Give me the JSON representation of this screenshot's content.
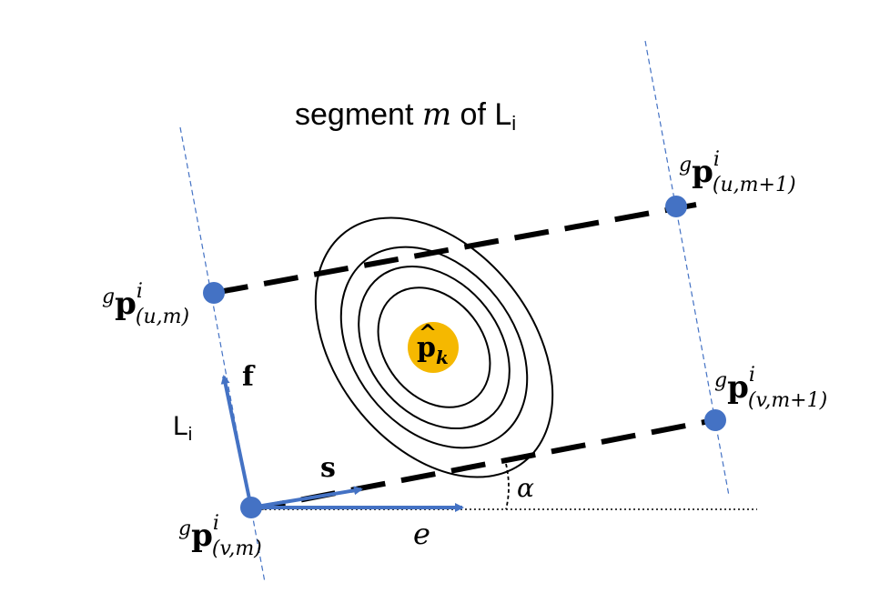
{
  "title": {
    "prefix": "segment ",
    "m": "m",
    "of": " of ",
    "L": "L",
    "L_sub": "i"
  },
  "points": {
    "p_u_m": {
      "pre": "g",
      "base": "p",
      "sup": "i",
      "sub": "(u,m)"
    },
    "p_u_m1": {
      "pre": "g",
      "base": "p",
      "sup": "i",
      "sub": "(u,m+1)"
    },
    "p_v_m": {
      "pre": "g",
      "base": "p",
      "sup": "i",
      "sub": "(v,m)"
    },
    "p_v_m1": {
      "pre": "g",
      "base": "p",
      "sup": "i",
      "sub": "(v,m+1)"
    }
  },
  "vectors": {
    "f": "f",
    "s": "s",
    "e": "e"
  },
  "line_label": {
    "L": "L",
    "sub": "i"
  },
  "angle": "α",
  "center": {
    "base": "p",
    "hat": "^",
    "sub": "k"
  },
  "colors": {
    "point_fill": "#4472C4",
    "arrow": "#4472C4",
    "center_fill": "#F5B800",
    "boundary": "#000000"
  }
}
